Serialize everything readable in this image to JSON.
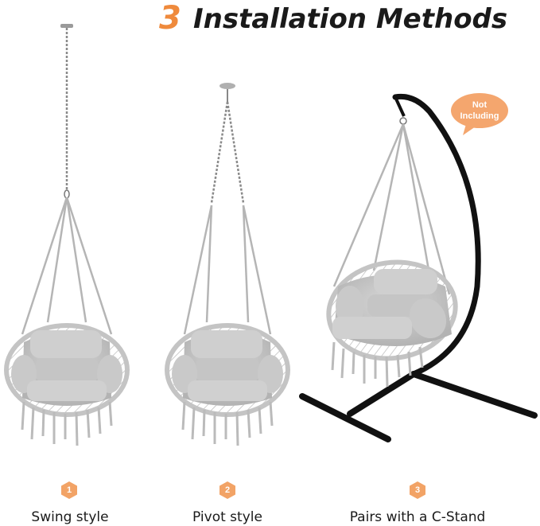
{
  "title": {
    "number": "3",
    "text": "Installation Methods"
  },
  "methods": [
    {
      "step": "1",
      "caption": "Swing style"
    },
    {
      "step": "2",
      "caption": "Pivot style"
    },
    {
      "step": "3",
      "caption": "Pairs with a C-Stand"
    }
  ],
  "note": {
    "line1": "Not",
    "line2": "Including"
  },
  "colors": {
    "accent": "#ef8a3c",
    "badge": "#f2a366",
    "note_bubble": "#f4a66e",
    "chair": "#c8c8c8",
    "stand": "#111111"
  }
}
